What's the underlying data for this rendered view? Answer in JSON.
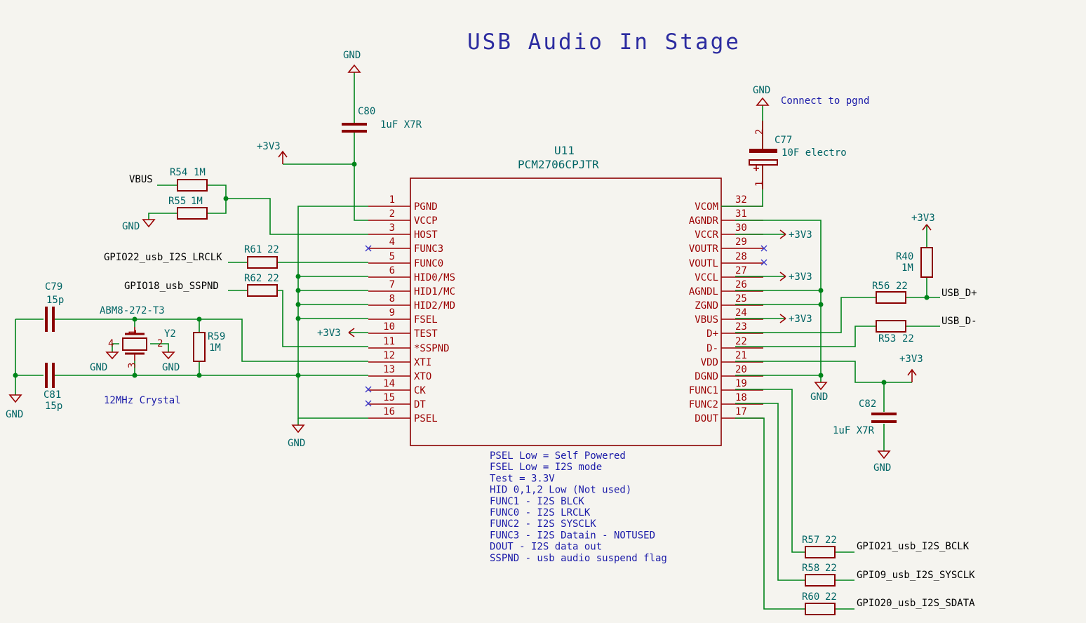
{
  "title": "USB Audio In Stage",
  "ic": {
    "ref": "U11",
    "value": "PCM2706CPJTR",
    "left_pins": [
      {
        "num": "1",
        "name": "PGND"
      },
      {
        "num": "2",
        "name": "VCCP"
      },
      {
        "num": "3",
        "name": "HOST"
      },
      {
        "num": "4",
        "name": "FUNC3"
      },
      {
        "num": "5",
        "name": "FUNC0"
      },
      {
        "num": "6",
        "name": "HID0/MS"
      },
      {
        "num": "7",
        "name": "HID1/MC"
      },
      {
        "num": "8",
        "name": "HID2/MD"
      },
      {
        "num": "9",
        "name": "FSEL"
      },
      {
        "num": "10",
        "name": "TEST"
      },
      {
        "num": "11",
        "name": "*SSPND"
      },
      {
        "num": "12",
        "name": "XTI"
      },
      {
        "num": "13",
        "name": "XTO"
      },
      {
        "num": "14",
        "name": "CK"
      },
      {
        "num": "15",
        "name": "DT"
      },
      {
        "num": "16",
        "name": "PSEL"
      }
    ],
    "right_pins": [
      {
        "num": "32",
        "name": "VCOM"
      },
      {
        "num": "31",
        "name": "AGNDR"
      },
      {
        "num": "30",
        "name": "VCCR"
      },
      {
        "num": "29",
        "name": "VOUTR"
      },
      {
        "num": "28",
        "name": "VOUTL"
      },
      {
        "num": "27",
        "name": "VCCL"
      },
      {
        "num": "26",
        "name": "AGNDL"
      },
      {
        "num": "25",
        "name": "ZGND"
      },
      {
        "num": "24",
        "name": "VBUS"
      },
      {
        "num": "23",
        "name": "D+"
      },
      {
        "num": "22",
        "name": "D-"
      },
      {
        "num": "21",
        "name": "VDD"
      },
      {
        "num": "20",
        "name": "DGND"
      },
      {
        "num": "19",
        "name": "FUNC1"
      },
      {
        "num": "18",
        "name": "FUNC2"
      },
      {
        "num": "17",
        "name": "DOUT"
      }
    ]
  },
  "components": {
    "c80": {
      "ref": "C80",
      "value": "1uF X7R"
    },
    "c77": {
      "ref": "C77",
      "value": "10F electro",
      "note": "Connect to pgnd",
      "pin2": "2",
      "pin1": "1"
    },
    "r54": {
      "ref": "R54",
      "value": "1M"
    },
    "r55": {
      "ref": "R55",
      "value": "1M"
    },
    "r61": {
      "ref": "R61",
      "value": "22"
    },
    "r62": {
      "ref": "R62",
      "value": "22"
    },
    "c79": {
      "ref": "C79",
      "value": "15p"
    },
    "c81": {
      "ref": "C81",
      "value": "15p"
    },
    "y2": {
      "ref": "Y2",
      "value": "ABM8-272-T3",
      "note": "12MHz Crystal",
      "p1": "1",
      "p2": "2",
      "p3": "3",
      "p4": "4"
    },
    "r59": {
      "ref": "R59",
      "value": "1M"
    },
    "r40": {
      "ref": "R40",
      "value": "1M"
    },
    "r56": {
      "ref": "R56",
      "value": "22"
    },
    "r53": {
      "ref": "R53",
      "value": "22"
    },
    "c82": {
      "ref": "C82",
      "value": "1uF X7R"
    },
    "r57": {
      "ref": "R57",
      "value": "22"
    },
    "r58": {
      "ref": "R58",
      "value": "22"
    },
    "r60": {
      "ref": "R60",
      "value": "22"
    }
  },
  "power": {
    "gnd": "GND",
    "v33": "+3V3"
  },
  "nets": {
    "vbus": "VBUS",
    "lrclk": "GPIO22_usb_I2S_LRCLK",
    "sspnd": "GPIO18_usb_SSPND",
    "usb_dp": "USB_D+",
    "usb_dm": "USB_D-",
    "bclk": "GPIO21_usb_I2S_BCLK",
    "sysclk": "GPIO9_usb_I2S_SYSCLK",
    "sdata": "GPIO20_usb_I2S_SDATA"
  },
  "notes": [
    "PSEL Low = Self Powered",
    "FSEL Low = I2S mode",
    "Test = 3.3V",
    "HID 0,1,2 Low (Not used)",
    "FUNC1 - I2S BLCK",
    "FUNC0 - I2S LRCLK",
    "FUNC2 - I2S SYSCLK",
    "FUNC3 - I2S Datain - NOTUSED",
    "DOUT - I2S data out",
    "SSPND - usb audio suspend flag"
  ]
}
